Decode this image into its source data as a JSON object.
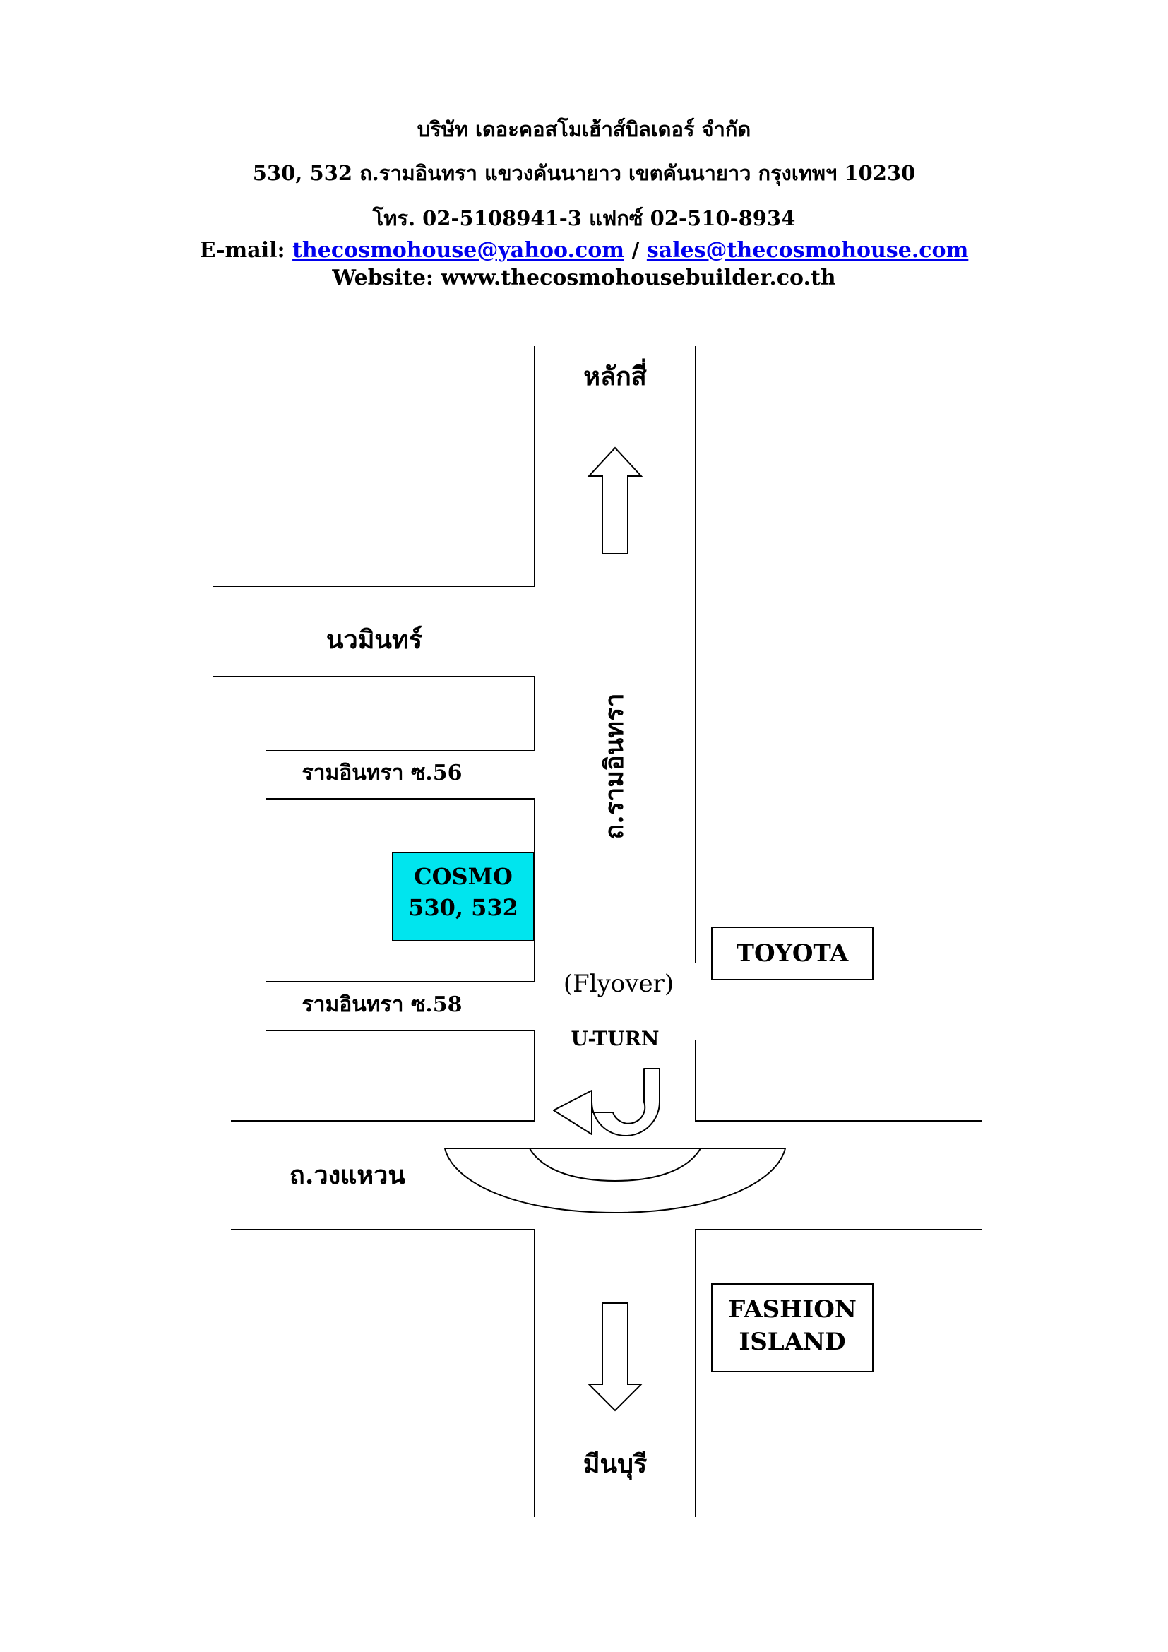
{
  "header": {
    "company_name": "บริษัท เดอะคอสโมเฮ้าส์บิลเดอร์ จำกัด",
    "address": "530, 532 ถ.รามอินทรา แขวงคันนายาว เขตคันนายาว กรุงเทพฯ 10230",
    "phone_fax": "โทร. 02-5108941-3 แฟกซ์ 02-510-8934",
    "email_label": "E-mail:",
    "email_1": "thecosmohouse@yahoo.com",
    "email_separator": "/",
    "email_2": "sales@thecosmohouse.com",
    "website": "Website: www.thecosmohousebuilder.co.th"
  },
  "map": {
    "north_destination": "หลักสี่",
    "south_destination": "มีนบุรี",
    "main_road": "ถ.รามอินทรา",
    "side_road_top": "นวมินทร์",
    "soi_56": "รามอินทรา ซ.56",
    "soi_58": "รามอินทรา ซ.58",
    "ring_road": "ถ.วงแหวน",
    "flyover": "(Flyover)",
    "u_turn": "U-TURN",
    "cosmo_line1": "COSMO",
    "cosmo_line2": "530, 532",
    "toyota": "TOYOTA",
    "fashion_line1": "FASHION",
    "fashion_line2": "ISLAND"
  },
  "colors": {
    "cosmo_fill": "#00e5ee",
    "link": "#0000ee",
    "line": "#000000"
  }
}
